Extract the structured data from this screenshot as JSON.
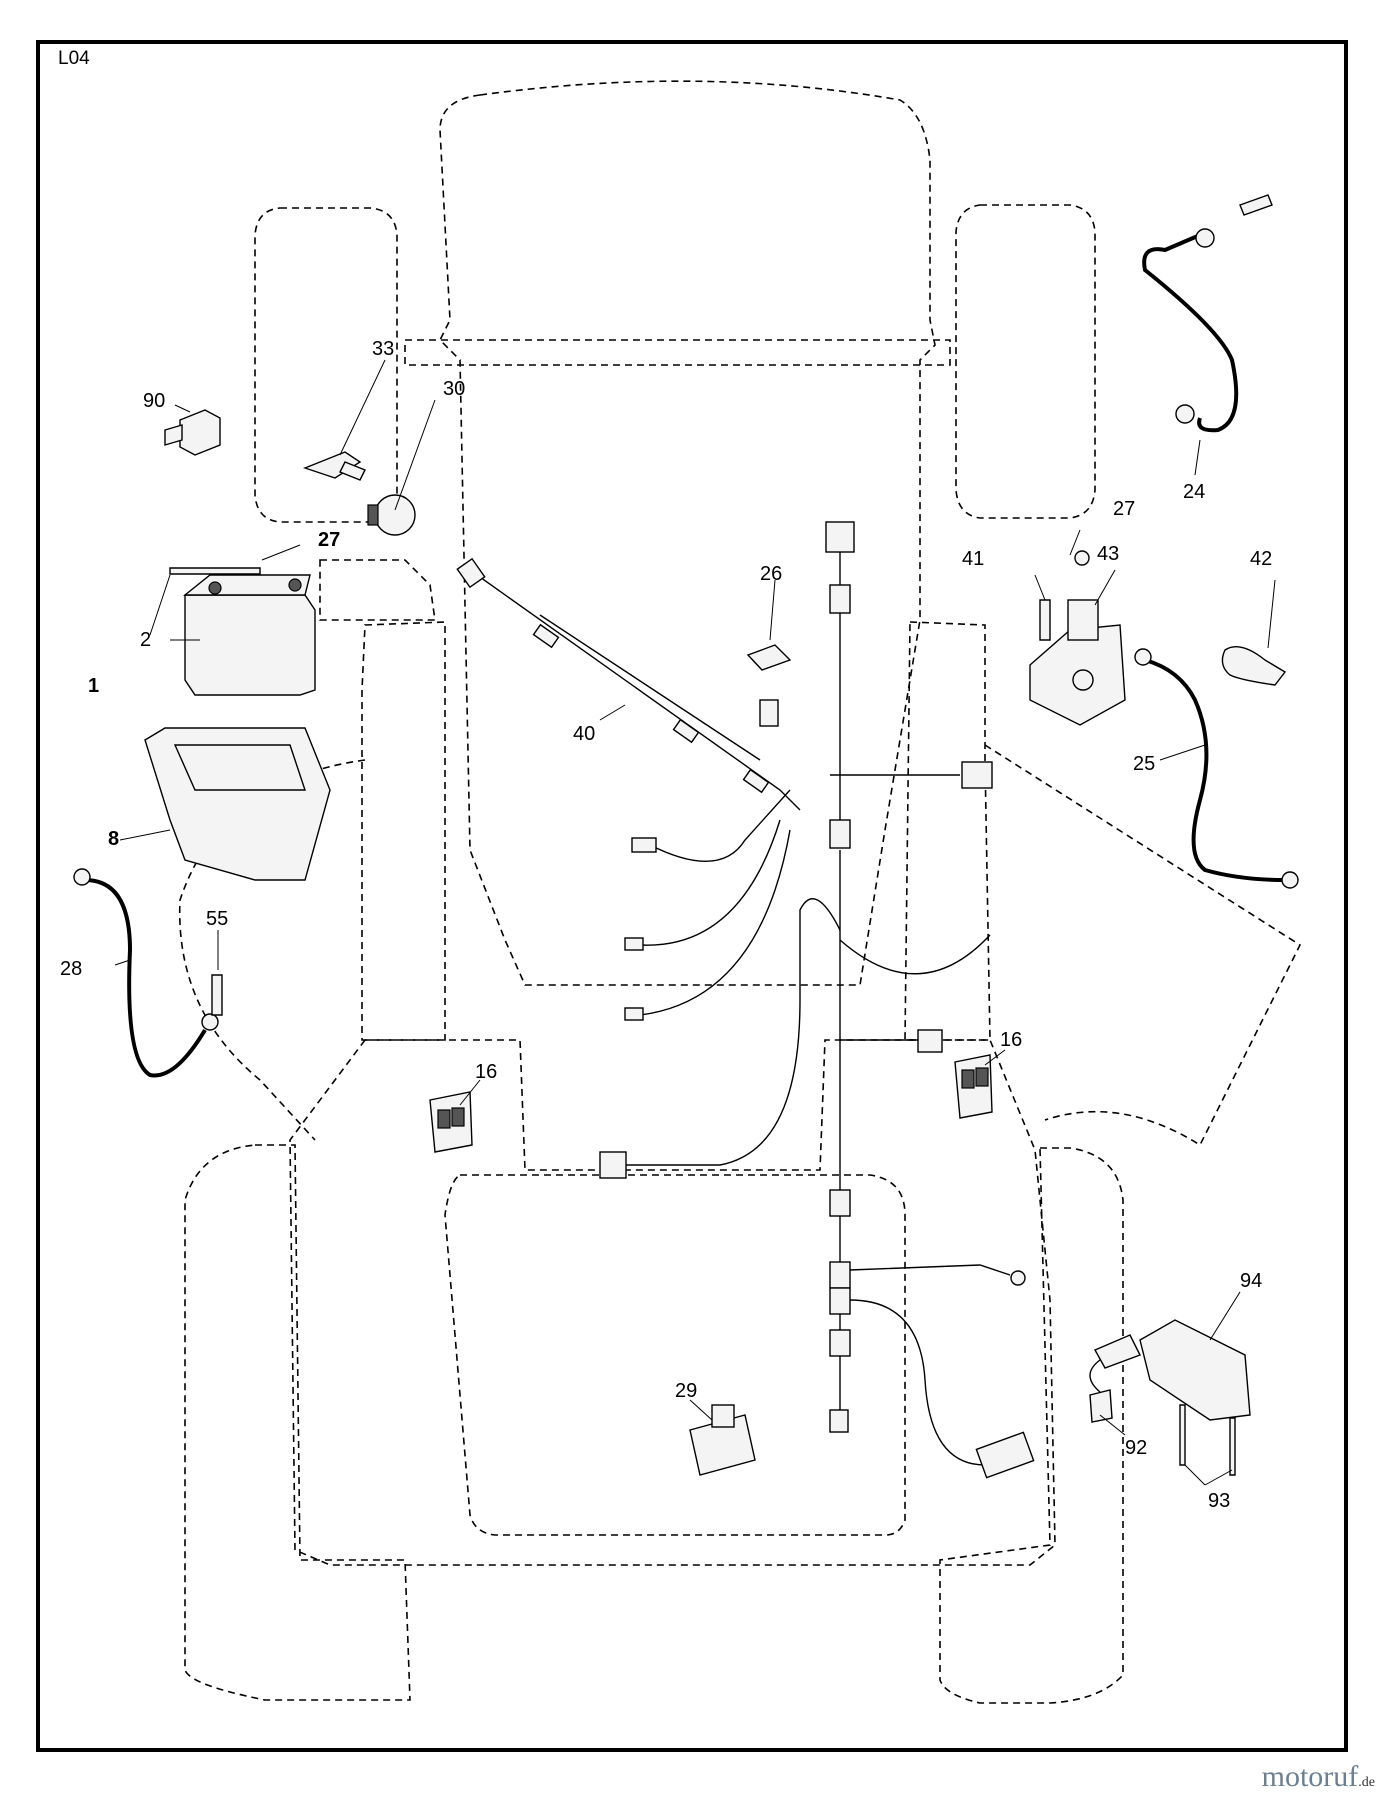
{
  "sheet": {
    "id": "L04"
  },
  "callouts": [
    {
      "id": "c1",
      "text": "1",
      "bold": true
    },
    {
      "id": "c2",
      "text": "2",
      "bold": false
    },
    {
      "id": "c8",
      "text": "8",
      "bold": true
    },
    {
      "id": "c16a",
      "text": "16",
      "bold": false
    },
    {
      "id": "c16b",
      "text": "16",
      "bold": false
    },
    {
      "id": "c24",
      "text": "24",
      "bold": false
    },
    {
      "id": "c25",
      "text": "25",
      "bold": false
    },
    {
      "id": "c26",
      "text": "26",
      "bold": false
    },
    {
      "id": "c27a",
      "text": "27",
      "bold": true
    },
    {
      "id": "c27b",
      "text": "27",
      "bold": false
    },
    {
      "id": "c28",
      "text": "28",
      "bold": false
    },
    {
      "id": "c29",
      "text": "29",
      "bold": false
    },
    {
      "id": "c30",
      "text": "30",
      "bold": false
    },
    {
      "id": "c33",
      "text": "33",
      "bold": false
    },
    {
      "id": "c40",
      "text": "40",
      "bold": false
    },
    {
      "id": "c41",
      "text": "41",
      "bold": false
    },
    {
      "id": "c42",
      "text": "42",
      "bold": false
    },
    {
      "id": "c43",
      "text": "43",
      "bold": false
    },
    {
      "id": "c55",
      "text": "55",
      "bold": false
    },
    {
      "id": "c90",
      "text": "90",
      "bold": false
    },
    {
      "id": "c92",
      "text": "92",
      "bold": false
    },
    {
      "id": "c93",
      "text": "93",
      "bold": false
    },
    {
      "id": "c94",
      "text": "94",
      "bold": false
    }
  ],
  "watermark": {
    "name": "motoruf",
    "tld": ".de"
  }
}
